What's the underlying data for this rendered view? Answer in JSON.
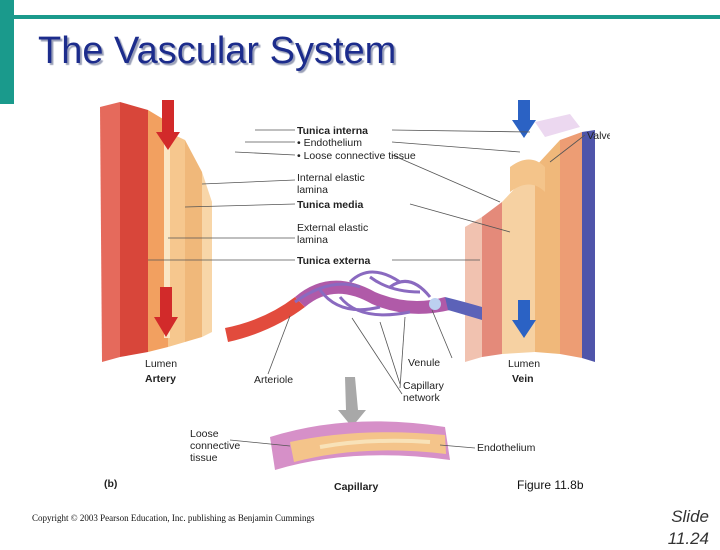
{
  "title": "The Vascular System",
  "figure": {
    "labels": {
      "tunica_interna": "Tunica interna",
      "endothelium": "• Endothelium",
      "loose_ct": "• Loose connective tissue",
      "internal_elastic_1": "Internal elastic",
      "internal_elastic_2": "lamina",
      "tunica_media": "Tunica media",
      "external_elastic_1": "External elastic",
      "external_elastic_2": "lamina",
      "tunica_externa": "Tunica externa",
      "valve": "Valve",
      "lumen_artery": "Lumen",
      "artery": "Artery",
      "arteriole": "Arteriole",
      "venule": "Venule",
      "lumen_vein": "Lumen",
      "vein": "Vein",
      "capillary_network_1": "Capillary",
      "capillary_network_2": "network",
      "loose_ct_cap_1": "Loose",
      "loose_ct_cap_2": "connective",
      "loose_ct_cap_3": "tissue",
      "endothelium_cap": "Endothelium",
      "panel": "(b)",
      "capillary": "Capillary"
    },
    "caption": "Figure 11.8b"
  },
  "footer": {
    "copyright": "Copyright © 2003 Pearson Education, Inc. publishing as Benjamin Cummings",
    "slide_label": "Slide",
    "slide_number": "11.24"
  },
  "colors": {
    "accent": "#1a9a8c",
    "title": "#1c2c8c",
    "artery": "#d8463a",
    "vein": "#5a5fb0",
    "media": "#f0b87a"
  }
}
